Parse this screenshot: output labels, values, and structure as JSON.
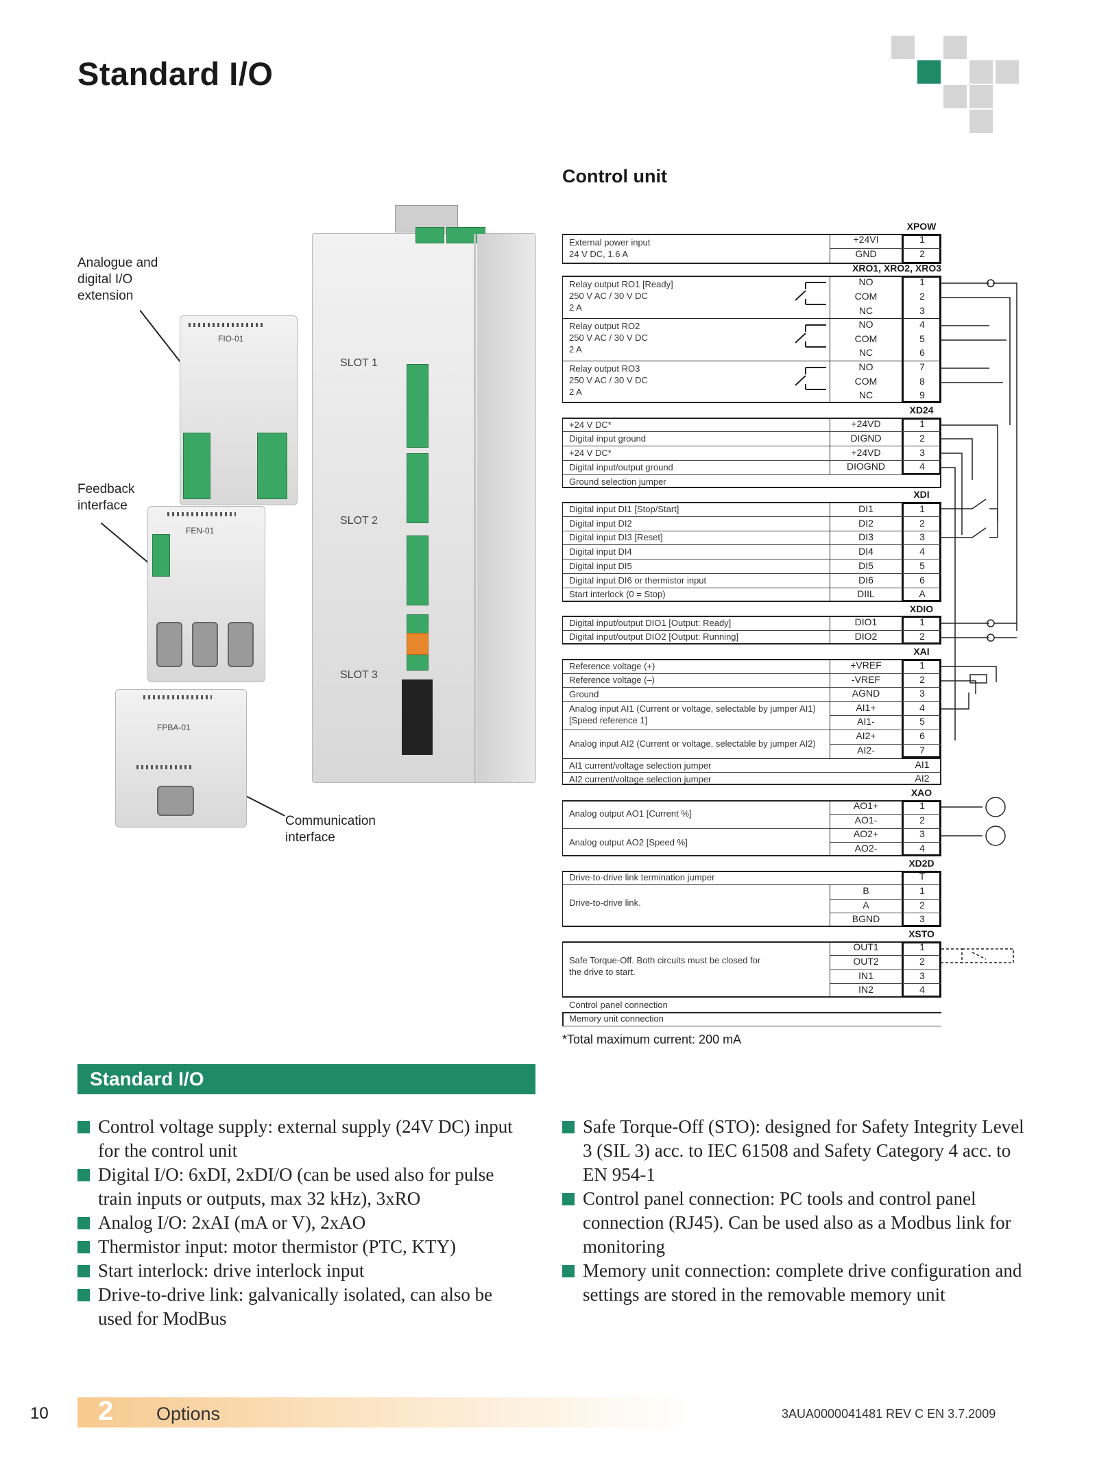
{
  "page": {
    "title": "Standard I/O",
    "page_number": "10",
    "chapter_number": "2",
    "chapter_name": "Options",
    "document_code": "3AUA0000041481 REV C EN 3.7.2009"
  },
  "figure": {
    "control_unit_title": "Control unit",
    "callouts": {
      "analogue": "Analogue and digital I/O extension",
      "feedback": "Feedback interface",
      "communication": "Communication interface"
    },
    "module_labels": {
      "fio": "FIO-01",
      "fen": "FEN-01",
      "fpba": "FPBA-01",
      "slot1": "SLOT 1",
      "slot2": "SLOT 2",
      "slot3": "SLOT 3"
    }
  },
  "terminal_blocks": [
    {
      "name": "XPOW",
      "rows": [
        {
          "desc": "External power input\n24 V DC, 1.6 A",
          "signals": [
            "+24VI",
            "GND"
          ],
          "pins": [
            "1",
            "2"
          ]
        }
      ]
    },
    {
      "name": "XRO1, XRO2, XRO3",
      "rows": [
        {
          "desc": "Relay output RO1 [Ready]\n250 V AC / 30 V DC\n2 A",
          "signals": [
            "NO",
            "COM",
            "NC"
          ],
          "pins": [
            "1",
            "2",
            "3"
          ]
        },
        {
          "desc": "Relay output RO2\n250 V AC / 30 V DC\n2 A",
          "signals": [
            "NO",
            "COM",
            "NC"
          ],
          "pins": [
            "4",
            "5",
            "6"
          ]
        },
        {
          "desc": "Relay output RO3\n250 V AC / 30 V DC\n2 A",
          "signals": [
            "NO",
            "COM",
            "NC"
          ],
          "pins": [
            "7",
            "8",
            "9"
          ]
        }
      ]
    },
    {
      "name": "XD24",
      "rows": [
        {
          "desc": "+24 V DC*",
          "signals": [
            "+24VD"
          ],
          "pins": [
            "1"
          ]
        },
        {
          "desc": "Digital input ground",
          "signals": [
            "DIGND"
          ],
          "pins": [
            "2"
          ]
        },
        {
          "desc": "+24 V DC*",
          "signals": [
            "+24VD"
          ],
          "pins": [
            "3"
          ]
        },
        {
          "desc": "Digital input/output ground",
          "signals": [
            "DIOGND"
          ],
          "pins": [
            "4"
          ]
        },
        {
          "desc": "Ground selection jumper",
          "signals": [
            ""
          ],
          "pins": [
            ""
          ]
        }
      ]
    },
    {
      "name": "XDI",
      "rows": [
        {
          "desc": "Digital input DI1 [Stop/Start]",
          "signals": [
            "DI1"
          ],
          "pins": [
            "1"
          ]
        },
        {
          "desc": "Digital input DI2",
          "signals": [
            "DI2"
          ],
          "pins": [
            "2"
          ]
        },
        {
          "desc": "Digital input DI3 [Reset]",
          "signals": [
            "DI3"
          ],
          "pins": [
            "3"
          ]
        },
        {
          "desc": "Digital input DI4",
          "signals": [
            "DI4"
          ],
          "pins": [
            "4"
          ]
        },
        {
          "desc": "Digital input DI5",
          "signals": [
            "DI5"
          ],
          "pins": [
            "5"
          ]
        },
        {
          "desc": "Digital input DI6 or thermistor input",
          "signals": [
            "DI6"
          ],
          "pins": [
            "6"
          ]
        },
        {
          "desc": "Start interlock (0 = Stop)",
          "signals": [
            "DIIL"
          ],
          "pins": [
            "A"
          ]
        }
      ]
    },
    {
      "name": "XDIO",
      "rows": [
        {
          "desc": "Digital input/output DIO1 [Output: Ready]",
          "signals": [
            "DIO1"
          ],
          "pins": [
            "1"
          ]
        },
        {
          "desc": "Digital input/output DIO2 [Output: Running]",
          "signals": [
            "DIO2"
          ],
          "pins": [
            "2"
          ]
        }
      ]
    },
    {
      "name": "XAI",
      "rows": [
        {
          "desc": "Reference voltage (+)",
          "signals": [
            "+VREF"
          ],
          "pins": [
            "1"
          ]
        },
        {
          "desc": "Reference voltage (–)",
          "signals": [
            "-VREF"
          ],
          "pins": [
            "2"
          ]
        },
        {
          "desc": "Ground",
          "signals": [
            "AGND"
          ],
          "pins": [
            "3"
          ]
        },
        {
          "desc": "Analog input AI1 (Current or voltage, selectable by jumper AI1)\n[Speed reference 1]",
          "signals": [
            "AI1+",
            "AI1-"
          ],
          "pins": [
            "4",
            "5"
          ]
        },
        {
          "desc": "Analog input AI2 (Current or voltage, selectable by jumper AI2)",
          "signals": [
            "AI2+",
            "AI2-"
          ],
          "pins": [
            "6",
            "7"
          ]
        },
        {
          "desc": "AI1 current/voltage selection jumper",
          "signals": [
            ""
          ],
          "pins": [
            "AI1"
          ]
        },
        {
          "desc": "AI2 current/voltage selection jumper",
          "signals": [
            ""
          ],
          "pins": [
            "AI2"
          ]
        }
      ]
    },
    {
      "name": "XAO",
      "rows": [
        {
          "desc": "Analog output AO1 [Current %]",
          "signals": [
            "AO1+",
            "AO1-"
          ],
          "pins": [
            "1",
            "2"
          ]
        },
        {
          "desc": "Analog output AO2 [Speed %]",
          "signals": [
            "AO2+",
            "AO2-"
          ],
          "pins": [
            "3",
            "4"
          ]
        }
      ]
    },
    {
      "name": "XD2D",
      "rows": [
        {
          "desc": "Drive-to-drive link termination jumper",
          "signals": [
            ""
          ],
          "pins": [
            "T"
          ]
        },
        {
          "desc": "Drive-to-drive link.",
          "signals": [
            "B",
            "A",
            "BGND"
          ],
          "pins": [
            "1",
            "2",
            "3"
          ]
        }
      ]
    },
    {
      "name": "XSTO",
      "rows": [
        {
          "desc": "Safe Torque-Off. Both circuits must be closed for\nthe drive to start.",
          "signals": [
            "OUT1",
            "OUT2",
            "IN1",
            "IN2"
          ],
          "pins": [
            "1",
            "2",
            "3",
            "4"
          ]
        }
      ]
    },
    {
      "name": "",
      "rows": [
        {
          "desc": "Control panel connection",
          "signals": [
            ""
          ],
          "pins": [
            ""
          ]
        },
        {
          "desc": "Memory unit connection",
          "signals": [
            ""
          ],
          "pins": [
            ""
          ]
        }
      ]
    }
  ],
  "footnote": "*Total maximum current: 200 mA",
  "section_title": "Standard I/O",
  "bullets_left": [
    "Control voltage supply: external supply (24V DC) input for the control unit",
    "Digital I/O: 6xDI, 2xDI/O (can be used also for pulse train inputs or outputs, max 32 kHz), 3xRO",
    "Analog I/O: 2xAI (mA or V), 2xAO",
    "Thermistor input: motor thermistor (PTC, KTY)",
    "Start interlock: drive interlock input",
    "Drive-to-drive link: galvanically isolated, can also be used for ModBus"
  ],
  "bullets_right": [
    "Safe Torque-Off (STO): designed for Safety Integrity Level 3 (SIL 3) acc. to IEC 61508 and Safety Category 4 acc. to EN 954-1",
    "Control panel connection: PC tools and control panel connection (RJ45). Can be used also as a Modbus link for monitoring",
    "Memory unit connection: complete drive configuration and settings are stored in the removable memory unit"
  ],
  "colors": {
    "brand_green": "#1f8a66",
    "footer_orange": "#f7c98e"
  }
}
